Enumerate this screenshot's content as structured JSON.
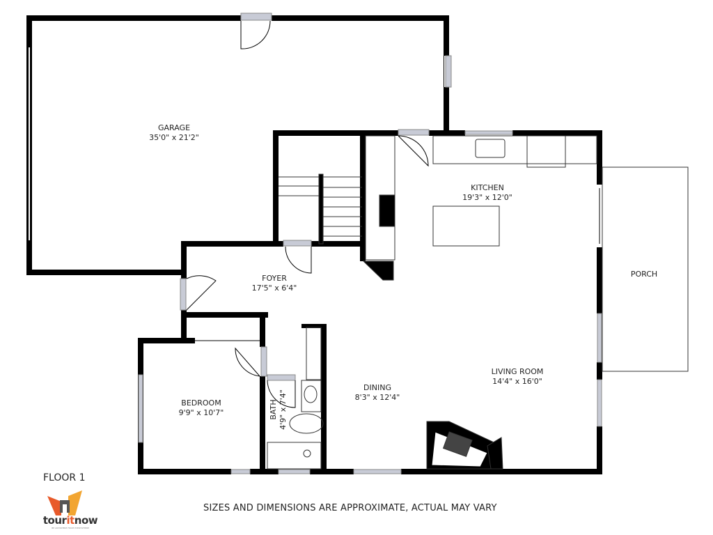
{
  "floor_label": "FLOOR 1",
  "disclaimer": "SIZES AND DIMENSIONS ARE APPROXIMATE, ACTUAL MAY VARY",
  "logo": {
    "text_pre": "tour",
    "text_accent": "it",
    "text_post": "now",
    "tagline": "BE ANYWHERE FROM EVERYWHERE",
    "colors": {
      "orange": "#e85a2a",
      "yellow": "#f2a531",
      "gray": "#555555"
    }
  },
  "rooms": {
    "garage": {
      "name": "GARAGE",
      "size": "35'0\" x 21'2\""
    },
    "kitchen": {
      "name": "KITCHEN",
      "size": "19'3\" x 12'0\""
    },
    "foyer": {
      "name": "FOYER",
      "size": "17'5\" x 6'4\""
    },
    "porch": {
      "name": "PORCH"
    },
    "living": {
      "name": "LIVING ROOM",
      "size": "14'4\" x 16'0\""
    },
    "dining": {
      "name": "DINING",
      "size": "8'3\" x 12'4\""
    },
    "bedroom": {
      "name": "BEDROOM",
      "size": "9'9\" x 10'7\""
    },
    "bath": {
      "name": "BATH",
      "size": "4'9\" x 7'4\""
    }
  },
  "colors": {
    "wall": "#000000",
    "window": "#c8cbd6",
    "fixture": "#333333"
  }
}
